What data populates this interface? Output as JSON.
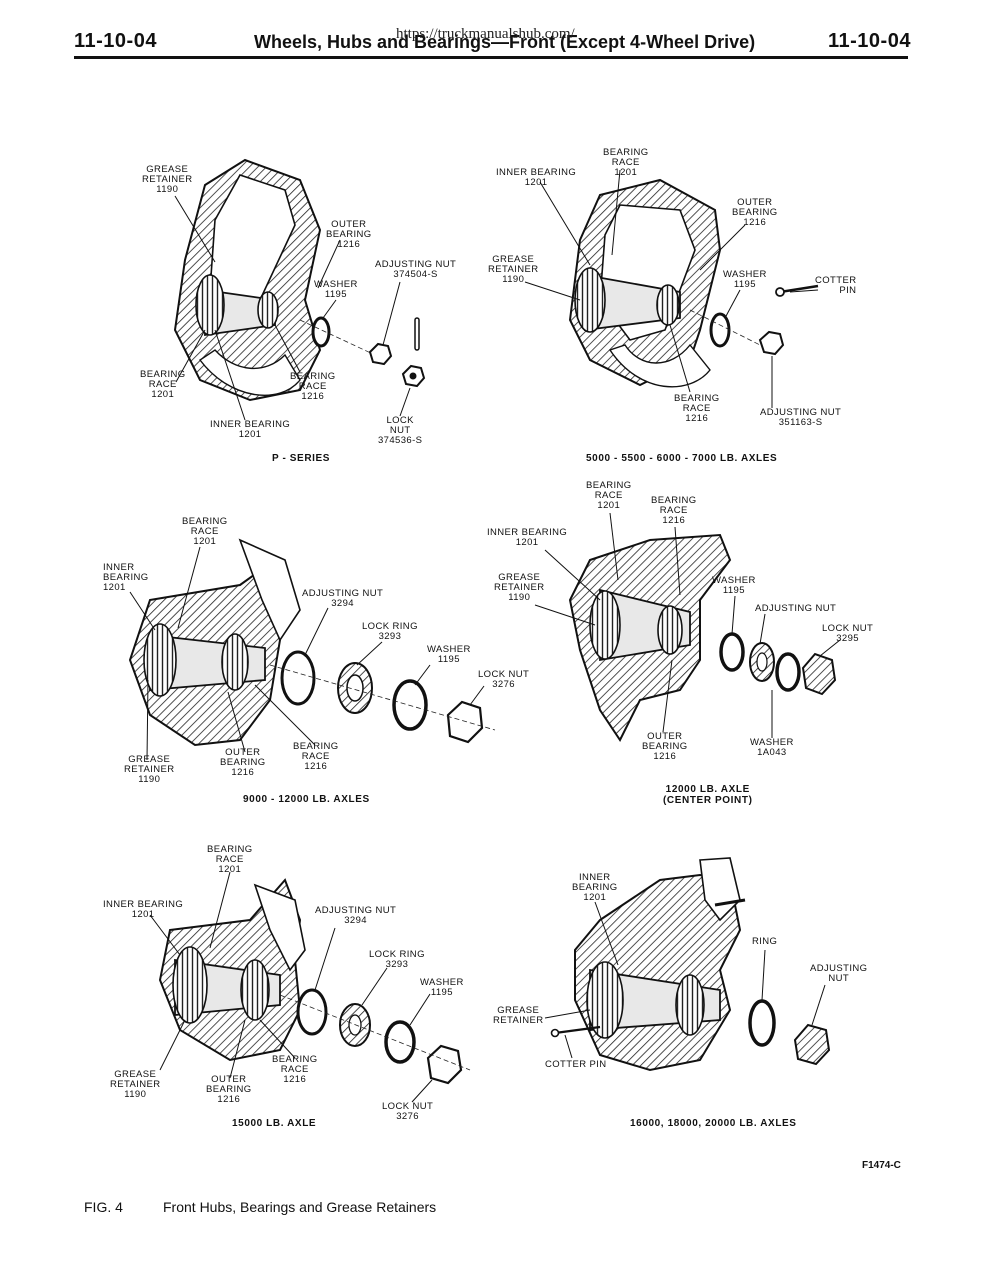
{
  "header": {
    "left_code": "11-10-04",
    "title": "Wheels, Hubs and Bearings—Front (Except 4-Wheel Drive)",
    "right_code": "11-10-04",
    "url_overlay": "https://truckmanualshub.com/"
  },
  "panels": {
    "p_series": {
      "caption": "P - SERIES",
      "labels": {
        "grease_retainer": "GREASE\nRETAINER\n1190",
        "outer_bearing": "OUTER\nBEARING\n1216",
        "adjusting_nut": "ADJUSTING NUT\n374504-S",
        "washer": "WASHER\n1195",
        "bearing_race_1201": "BEARING\nRACE\n1201",
        "bearing_race_1216": "BEARING\nRACE\n1216",
        "inner_bearing": "INNER BEARING\n1201",
        "lock_nut": "LOCK\nNUT\n374536-S"
      }
    },
    "axles_5000_7000": {
      "caption": "5000 - 5500 - 6000 - 7000 LB. AXLES",
      "labels": {
        "bearing_race_1201": "BEARING\nRACE\n1201",
        "inner_bearing": "INNER BEARING\n1201",
        "outer_bearing": "OUTER\nBEARING\n1216",
        "grease_retainer": "GREASE\nRETAINER\n1190",
        "washer": "WASHER\n1195",
        "cotter_pin": "COTTER\nPIN",
        "bearing_race_1216": "BEARING\nRACE\n1216",
        "adjusting_nut": "ADJUSTING NUT\n351163-S"
      }
    },
    "axles_9000_12000": {
      "caption": "9000 - 12000 LB. AXLES",
      "labels": {
        "bearing_race_1201": "BEARING\nRACE\n1201",
        "inner_bearing": "INNER\nBEARING\n1201",
        "adjusting_nut": "ADJUSTING NUT\n3294",
        "lock_ring": "LOCK RING\n3293",
        "washer": "WASHER\n1195",
        "lock_nut": "LOCK NUT\n3276",
        "bearing_race_1216": "BEARING\nRACE\n1216",
        "outer_bearing": "OUTER\nBEARING\n1216",
        "grease_retainer": "GREASE\nRETAINER\n1190"
      }
    },
    "axle_12000_center": {
      "caption": "12000 LB. AXLE\n(CENTER POINT)",
      "labels": {
        "bearing_race_1201": "BEARING\nRACE\n1201",
        "bearing_race_1216": "BEARING\nRACE\n1216",
        "inner_bearing": "INNER BEARING\n1201",
        "grease_retainer": "GREASE\nRETAINER\n1190",
        "washer_1195": "WASHER\n1195",
        "adjusting_nut": "ADJUSTING NUT",
        "lock_nut": "LOCK NUT\n3295",
        "outer_bearing": "OUTER\nBEARING\n1216",
        "washer_1a043": "WASHER\n1A043"
      }
    },
    "axle_15000": {
      "caption": "15000 LB. AXLE",
      "labels": {
        "bearing_race_1201": "BEARING\nRACE\n1201",
        "inner_bearing": "INNER BEARING\n1201",
        "adjusting_nut": "ADJUSTING NUT\n3294",
        "lock_ring": "LOCK RING\n3293",
        "washer": "WASHER\n1195",
        "bearing_race_1216": "BEARING\nRACE\n1216",
        "grease_retainer": "GREASE\nRETAINER\n1190",
        "outer_bearing": "OUTER\nBEARING\n1216",
        "lock_nut": "LOCK NUT\n3276"
      }
    },
    "axles_16000_20000": {
      "caption": "16000, 18000, 20000 LB. AXLES",
      "labels": {
        "inner_bearing": "INNER\nBEARING\n1201",
        "ring": "RING",
        "adjusting_nut": "ADJUSTING\nNUT",
        "grease_retainer": "GREASE\nRETAINER",
        "cotter_pin": "COTTER PIN"
      }
    }
  },
  "figure": {
    "number": "FIG. 4",
    "title": "Front Hubs, Bearings and Grease Retainers",
    "id": "F1474-C"
  }
}
